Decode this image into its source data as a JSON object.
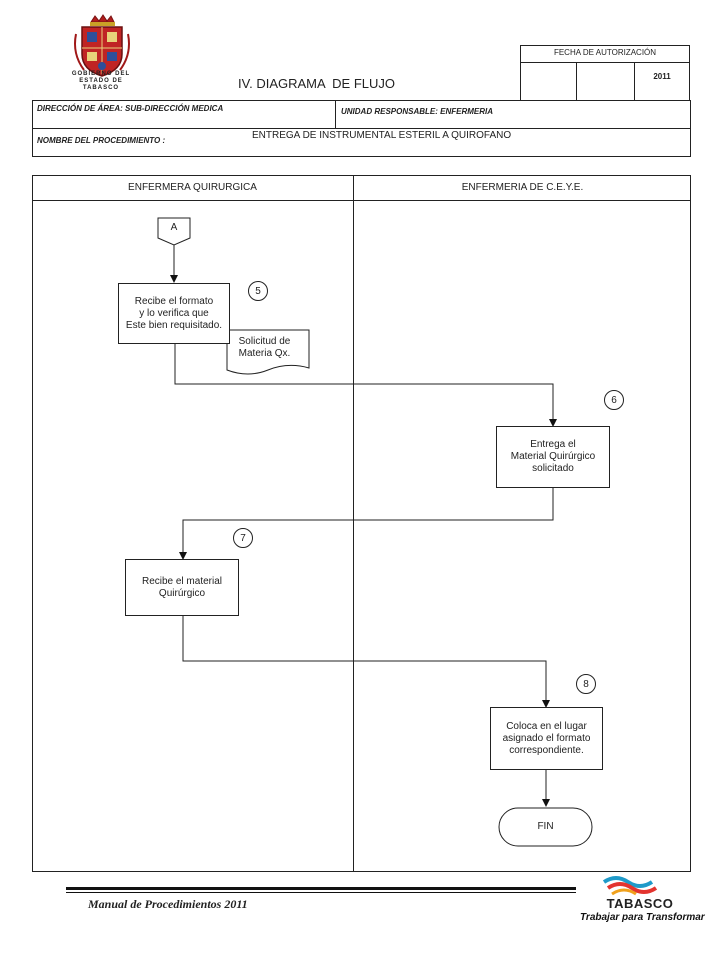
{
  "header": {
    "logo_text": "GOBIERNO DEL ESTADO DE TABASCO",
    "title": "IV. DIAGRAMA  DE FLUJO",
    "auth_label": "FECHA DE AUTORIZACIÓN",
    "auth_year": "2011",
    "direccion": "DIRECCIÓN DE ÁREA: SUB-DIRECCIÓN MEDICA",
    "unidad": "UNIDAD RESPONSABLE: ENFERMERIA",
    "procedimiento_label": "NOMBRE DEL PROCEDIMIENTO :",
    "procedimiento_value": "ENTREGA DE INSTRUMENTAL ESTERIL A QUIROFANO"
  },
  "lanes": {
    "left": "ENFERMERA QUIRURGICA",
    "right": "ENFERMERIA DE C.E.Y.E."
  },
  "flow": {
    "connector": "A",
    "step5_num": "5",
    "step5_text": "Recibe el formato\n y lo verifica que\nEste bien requisitado.",
    "document_text": "Solicitud de\nMateria Qx.",
    "step6_num": "6",
    "step6_text": "Entrega el\nMaterial Quirúrgico\nsolicitado",
    "step7_num": "7",
    "step7_text": "Recibe el material\nQuirúrgico",
    "step8_num": "8",
    "step8_text": "Coloca en el lugar\nasignado el formato\ncorrespondiente.",
    "end": "FIN"
  },
  "footer": {
    "manual": "Manual de Procedimientos 2011",
    "brand": "TABASCO",
    "slogan": "Trabajar para Transformar"
  }
}
